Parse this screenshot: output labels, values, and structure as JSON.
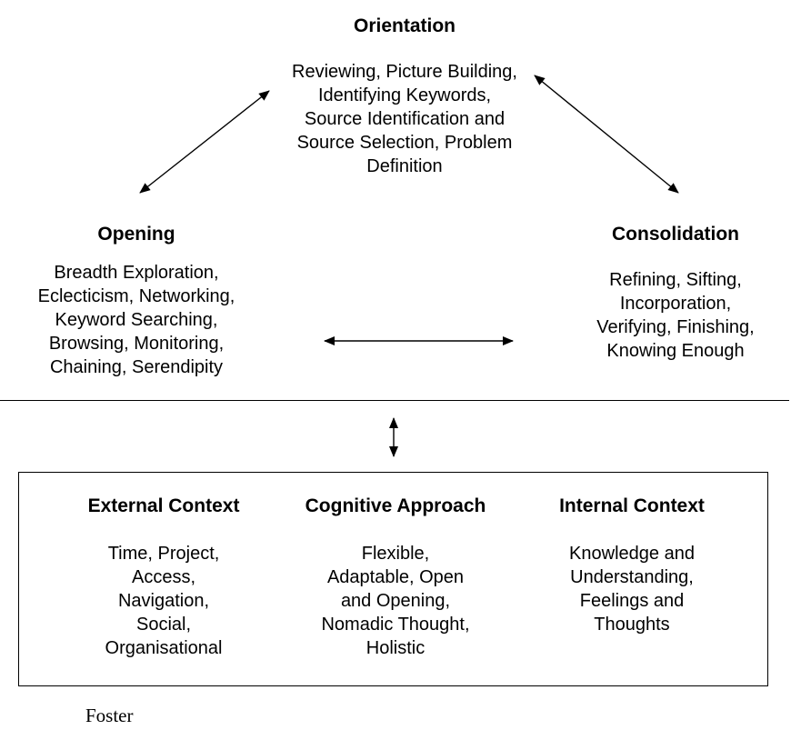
{
  "orientation": {
    "heading": "Orientation",
    "lines": [
      "Reviewing, Picture Building,",
      "Identifying Keywords,",
      "Source Identification and",
      "Source Selection, Problem",
      "Definition"
    ]
  },
  "opening": {
    "heading": "Opening",
    "lines": [
      "Breadth Exploration,",
      "Eclecticism, Networking,",
      "Keyword Searching,",
      "Browsing, Monitoring,",
      "Chaining, Serendipity"
    ]
  },
  "consolidation": {
    "heading": "Consolidation",
    "lines": [
      "Refining, Sifting,",
      "Incorporation,",
      "Verifying, Finishing,",
      "Knowing Enough"
    ]
  },
  "context": {
    "external": {
      "heading": "External Context",
      "lines": [
        "Time, Project,",
        "Access,",
        "Navigation,",
        "Social,",
        "Organisational"
      ]
    },
    "cognitive": {
      "heading": "Cognitive Approach",
      "lines": [
        "Flexible,",
        "Adaptable, Open",
        "and Opening,",
        "Nomadic Thought,",
        "Holistic"
      ]
    },
    "internal": {
      "heading": "Internal Context",
      "lines": [
        "Knowledge and",
        "Understanding,",
        "Feelings and",
        "Thoughts"
      ]
    }
  },
  "credit": "Foster",
  "colors": {
    "ink": "#000000",
    "background": "#ffffff"
  }
}
